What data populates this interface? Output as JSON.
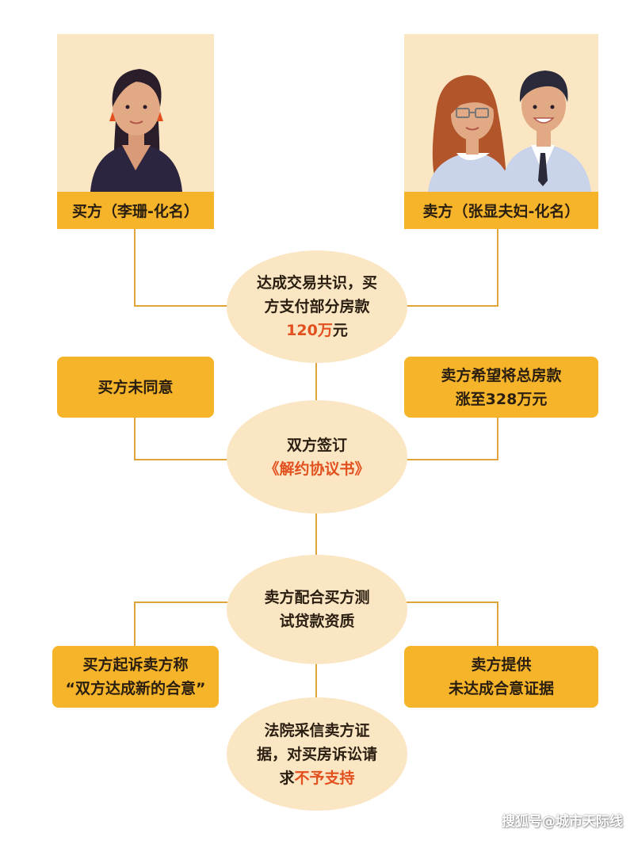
{
  "colors": {
    "accent": "#f5b42a",
    "pale": "#fbe6c4",
    "highlight": "#e2501e",
    "line": "#e0a53a"
  },
  "buyer": {
    "label": "买方（李珊-化名）"
  },
  "seller": {
    "label": "卖方（张显夫妇-化名）"
  },
  "nodes": {
    "consensus": {
      "line1": "达成交易共识，买",
      "line2": "方支付部分房款",
      "amount": "120万",
      "unit": "元"
    },
    "buyer_disagree": {
      "text": "买方未同意"
    },
    "seller_raise": {
      "line1": "卖方希望将总房款",
      "line2": "涨至328万元"
    },
    "sign": {
      "line1": "双方签订",
      "line2": "《解约协议书》"
    },
    "loan_test": {
      "line1": "卖方配合买方测",
      "line2": "试贷款资质"
    },
    "buyer_sue": {
      "line1": "买方起诉卖方称",
      "line2": "“双方达成新的合意”"
    },
    "seller_evidence": {
      "line1": "卖方提供",
      "line2": "未达成合意证据"
    },
    "court": {
      "line1": "法院采信卖方证",
      "line2": "据，对买房诉讼请",
      "line3a": "求",
      "line3b": "不予支持"
    }
  },
  "watermark": "搜狐号@城市天际线"
}
